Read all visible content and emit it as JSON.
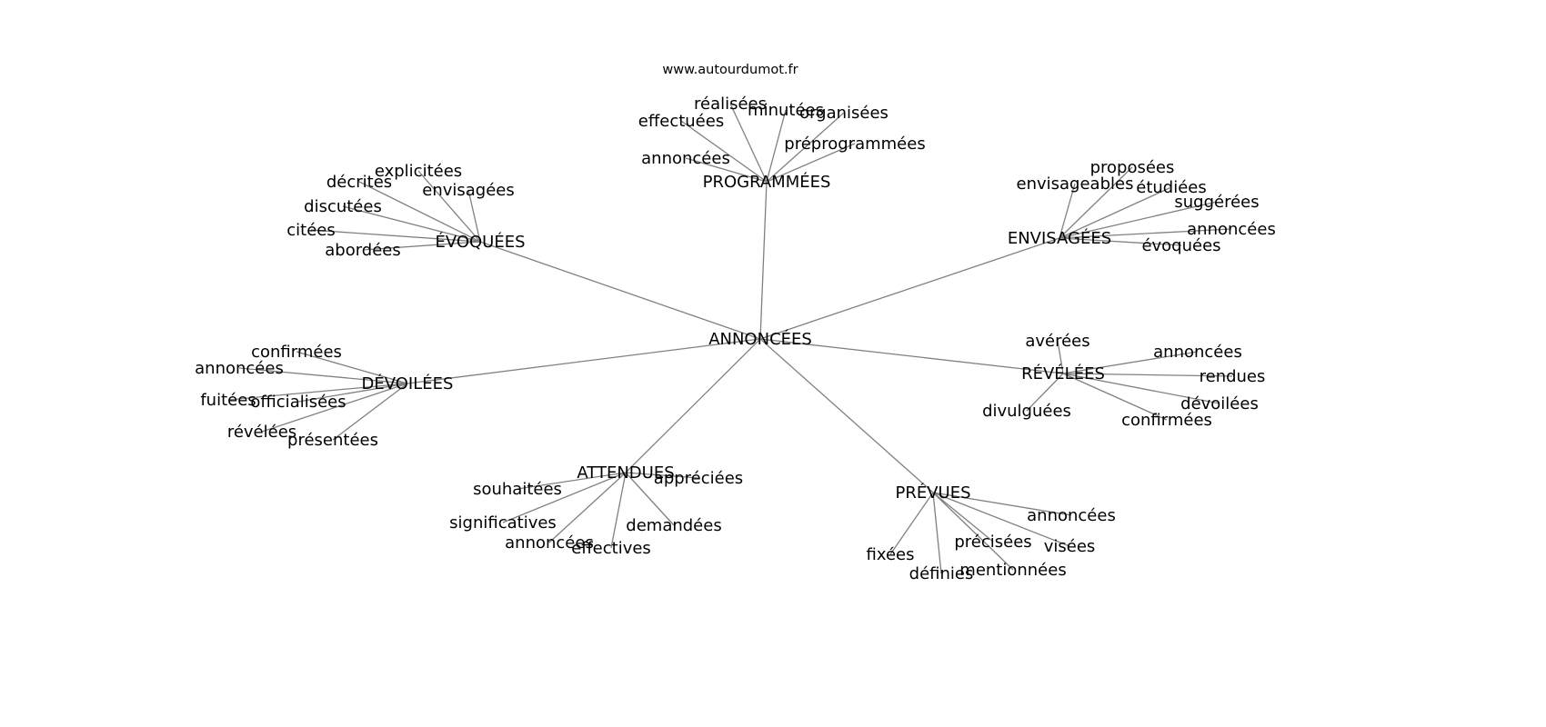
{
  "title": "www.autourdumot.fr",
  "center": "ANNONCÉES",
  "hubs": [
    {
      "label": "PROGRAMMÉES",
      "leaves": [
        "réalisées",
        "minutées",
        "organisées",
        "effectuées",
        "préprogrammées",
        "annoncées"
      ]
    },
    {
      "label": "ÉVOQUÉES",
      "leaves": [
        "explicitées",
        "décrites",
        "envisagées",
        "discutées",
        "citées",
        "abordées"
      ]
    },
    {
      "label": "ENVISAGÉES",
      "leaves": [
        "proposées",
        "envisageables",
        "étudiées",
        "suggérées",
        "annoncées",
        "évoquées"
      ]
    },
    {
      "label": "DÉVOILÉES",
      "leaves": [
        "confirmées",
        "annoncées",
        "fuitées",
        "officialisées",
        "révélées",
        "présentées"
      ]
    },
    {
      "label": "RÉVÉLÉES",
      "leaves": [
        "avérées",
        "annoncées",
        "rendues",
        "dévoilées",
        "divulguées",
        "confirmées"
      ]
    },
    {
      "label": "ATTENDUES",
      "leaves": [
        "souhaitées",
        "appréciées",
        "significatives",
        "demandées",
        "annoncées",
        "effectives"
      ]
    },
    {
      "label": "PRÉVUES",
      "leaves": [
        "annoncées",
        "précisées",
        "visées",
        "fixées",
        "mentionnées",
        "définies"
      ]
    }
  ]
}
